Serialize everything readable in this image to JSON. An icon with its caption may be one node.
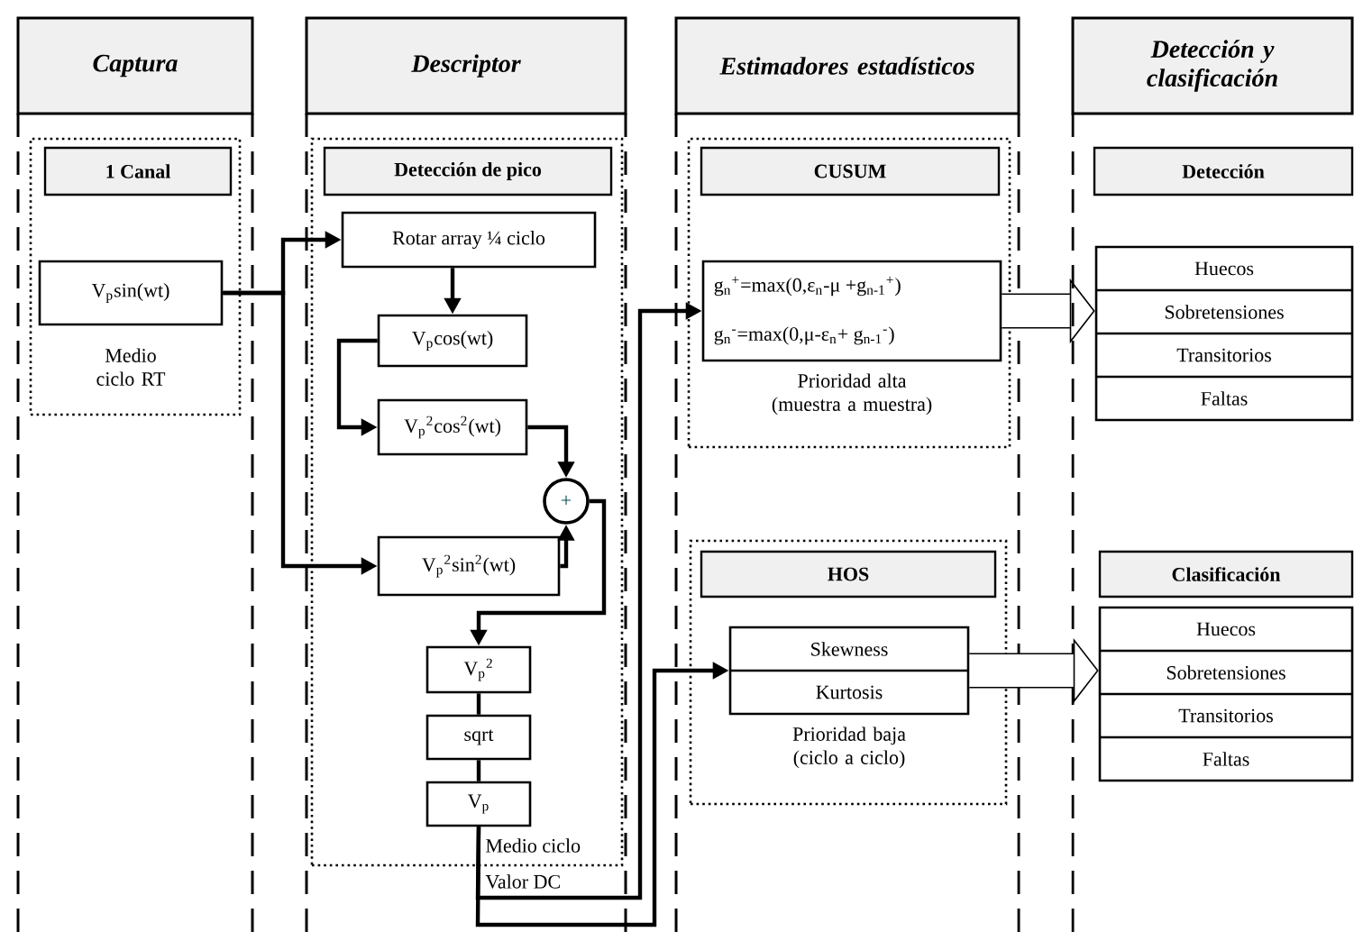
{
  "diagram": {
    "nodes": [
      {
        "text": [
          "Captura"
        ]
      },
      {
        "text": [
          "Descriptor"
        ]
      },
      {
        "text": [
          "Estimadores estadísticos"
        ]
      },
      {
        "text": [
          "Detección y clasificación"
        ]
      },
      {
        "text": [],
        "shape": "box"
      },
      {
        "text": [
          "1 Canal"
        ],
        "in": 4
      },
      {
        "text": [
          "V$_{p}$sin(wt)"
        ],
        "in": 4,
        "beside": [
          "Medio ciclo RT"
        ]
      },
      {
        "text": [],
        "shape": "box"
      },
      {
        "text": [
          "Detección de pico"
        ],
        "in": 7
      },
      {
        "text": [
          "Rotar array ¼ ciclo"
        ],
        "in": 7
      },
      {
        "text": [
          "V$_{p}$cos(wt)"
        ],
        "in": 7
      },
      {
        "text": [
          "V$_{p}$$^{2}$cos$^{2}$(wt)"
        ],
        "in": 7
      },
      {
        "text": [
          "+"
        ],
        "in": 7
      },
      {
        "text": [
          "V$_{p}$$^{2}$sin$^{2}$(wt)"
        ],
        "in": 7
      },
      {
        "text": [
          "V$_{p}$$^{2}$"
        ],
        "in": 7
      },
      {
        "text": [
          "sqrt"
        ],
        "in": 7
      },
      {
        "text": [
          "V$_{p}$"
        ],
        "in": 7
      },
      {
        "text": [],
        "shape": "box"
      },
      {
        "text": [
          "CUSUM"
        ],
        "in": 17
      },
      {
        "text": [
          "g$_{n}$$^{+}$=max(0,ε$_{n}$-μ +g$_{n-1}$$^{+}$)",
          "g$_{n}$$^{-}$=max(0,μ-ε$_{n}$+ g$_{n-1}$$^{-}$)"
        ],
        "in": 17,
        "beside": [
          "Prioridad alta (muestra a muestra)"
        ]
      },
      {
        "text": [],
        "shape": "box"
      },
      {
        "text": [
          "HOS"
        ],
        "in": 20
      },
      {
        "text": [
          "Skewness",
          "Kurtosis"
        ],
        "in": 20,
        "beside": [
          "Prioridad baja (ciclo a ciclo)"
        ]
      },
      {
        "text": [
          "Detección"
        ]
      },
      {
        "text": [
          "Huecos",
          "Sobretensiones",
          "Transitorios",
          "Faltas"
        ]
      },
      {
        "text": [
          "Clasificación"
        ]
      },
      {
        "text": [
          "Huecos",
          "Sobretensiones",
          "Transitorios",
          "Faltas"
        ]
      }
    ],
    "edges": [
      {
        "from": 6,
        "to": 9,
        "arrow": "to"
      },
      {
        "from": 6,
        "to": 13,
        "arrow": "to"
      },
      {
        "from": 9,
        "to": 10,
        "arrow": "to"
      },
      {
        "from": 10,
        "to": 11,
        "arrow": "to"
      },
      {
        "from": 11,
        "to": 12,
        "arrow": "to"
      },
      {
        "from": 13,
        "to": 12,
        "arrow": "to"
      },
      {
        "from": 12,
        "to": 14,
        "arrow": "to"
      },
      {
        "from": 14,
        "to": 15,
        "arrow": "none"
      },
      {
        "from": 15,
        "to": 16,
        "arrow": "none"
      },
      {
        "from": 16,
        "to": 19,
        "arrow": "to",
        "label": "Medio ciclo"
      },
      {
        "from": 16,
        "to": 22,
        "arrow": "to",
        "label": "Valor DC"
      },
      {
        "from": 19,
        "to": 24,
        "arrow": "to",
        "style": "thick"
      },
      {
        "from": 22,
        "to": 26,
        "arrow": "to",
        "style": "thick"
      }
    ]
  }
}
